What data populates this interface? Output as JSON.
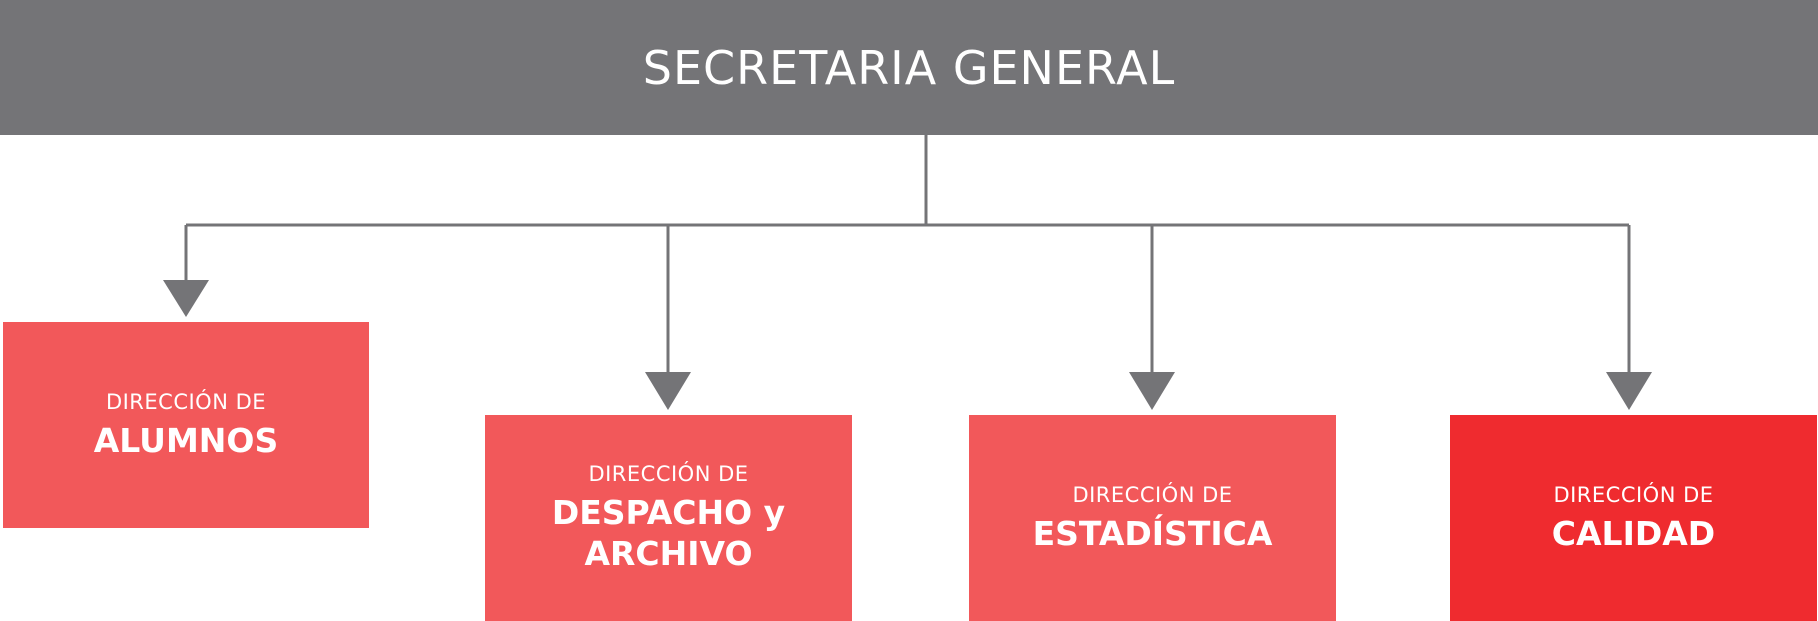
{
  "header": {
    "title": "SECRETARIA GENERAL",
    "color": "#747477"
  },
  "colors": {
    "box": "#f2585a",
    "box_highlight": "#ef2b2f",
    "connector": "#747477"
  },
  "departments": [
    {
      "prefix": "DIRECCIÓN DE",
      "name": "ALUMNOS",
      "highlighted": false
    },
    {
      "prefix": "DIRECCIÓN DE",
      "name": "DESPACHO y ARCHIVO",
      "highlighted": false
    },
    {
      "prefix": "DIRECCIÓN DE",
      "name": "ESTADÍSTICA",
      "highlighted": false
    },
    {
      "prefix": "DIRECCIÓN DE",
      "name": "CALIDAD",
      "highlighted": true
    }
  ]
}
